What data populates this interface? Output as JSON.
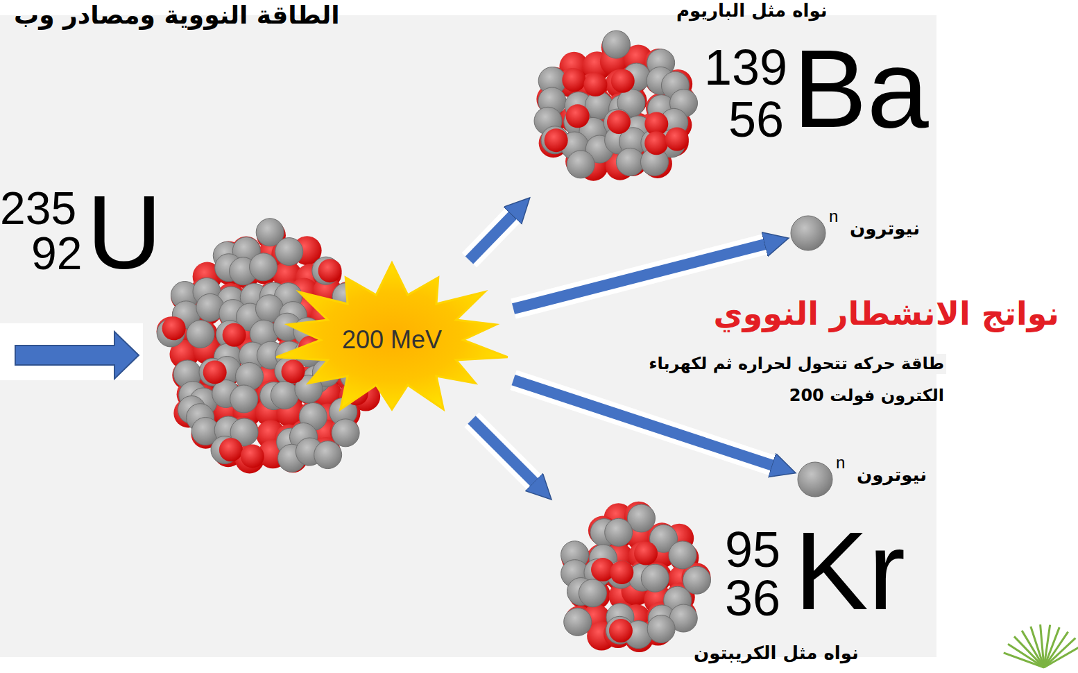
{
  "diagram": {
    "title": "الطاقة النووية ومصادر وب",
    "nodes": [
      {
        "text": [
          "235",
          "92",
          "U"
        ]
      },
      {
        "text": [
          "200 MeV"
        ]
      },
      {
        "text": [
          "نواه مثل الباريوم",
          "139",
          "56",
          "Ba"
        ]
      },
      {
        "text": [
          "n",
          "نيوترون"
        ]
      },
      {
        "text": [
          "n",
          "نيوترون"
        ]
      },
      {
        "text": [
          "95",
          "36",
          "Kr",
          "نواه مثل الكريبتون"
        ]
      }
    ],
    "edges": [
      {
        "from": 1,
        "to": 2,
        "arrow": "to"
      },
      {
        "from": 1,
        "to": 3,
        "arrow": "to"
      },
      {
        "from": 1,
        "to": 4,
        "arrow": "to"
      },
      {
        "from": 1,
        "to": 5,
        "arrow": "to"
      }
    ],
    "labels": [
      "نواتج الانشطار النووي",
      "طاقة حركه تتحول لحراره ثم لكهرباء",
      "200 الكترون فولت"
    ]
  }
}
